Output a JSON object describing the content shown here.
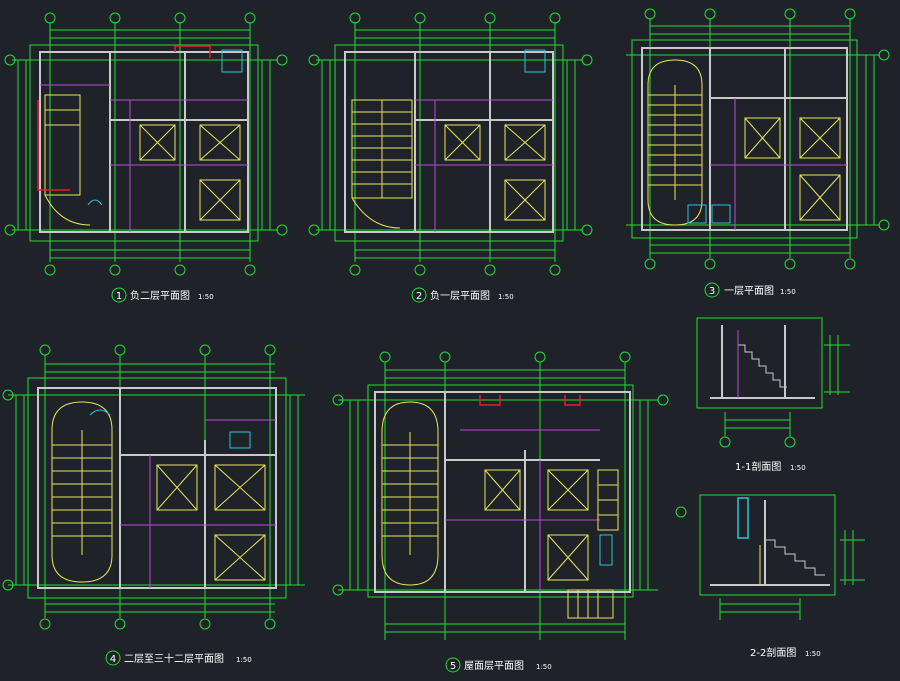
{
  "drawing": {
    "background": "#1f2229",
    "colors": {
      "dimension": "#22dd33",
      "wall": "#c9c9c9",
      "partition": "#b84cd6",
      "stair": "#e8e85a",
      "accent": "#29c4d8",
      "text": "#ffffff",
      "red_line": "#e0202a"
    },
    "views": [
      {
        "id": "plan-1",
        "number": "1",
        "title": "负二层平面图",
        "scale": "1:50"
      },
      {
        "id": "plan-2",
        "number": "2",
        "title": "负一层平面图",
        "scale": "1:50"
      },
      {
        "id": "plan-3",
        "number": "3",
        "title": "一层平面图",
        "scale": "1:50"
      },
      {
        "id": "plan-4",
        "number": "4",
        "title": "二层至三十二层平面图",
        "scale": "1:50"
      },
      {
        "id": "plan-5",
        "number": "5",
        "title": "屋面层平面图",
        "scale": "1:50"
      },
      {
        "id": "section-1",
        "number": "",
        "title": "1-1剖面图",
        "scale": "1:50"
      },
      {
        "id": "section-2",
        "number": "",
        "title": "2-2剖面图",
        "scale": "1:50"
      }
    ]
  }
}
